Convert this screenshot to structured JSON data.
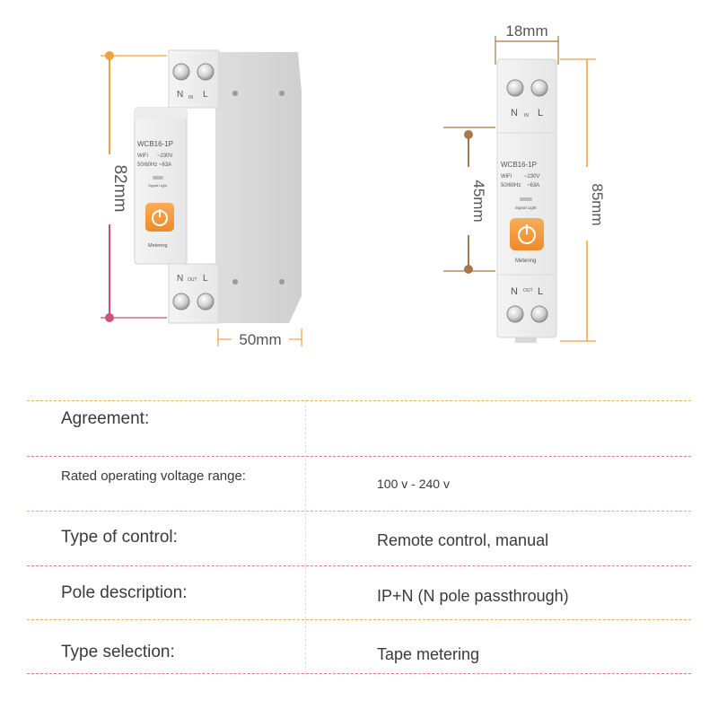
{
  "dimensions": {
    "height_left": "82mm",
    "width_left": "50mm",
    "width_right": "18mm",
    "module_height_right": "45mm",
    "height_right": "85mm"
  },
  "device": {
    "model": "WCB16-1P",
    "wifi": "WiFi",
    "voltage": "~230V",
    "frequency": "50/60Hz",
    "current": "~63A",
    "signal_label": "Signal Light",
    "metering_label": "Metering",
    "terminal_n": "N",
    "terminal_l": "L",
    "in_label": "IN",
    "out_label": "OUT"
  },
  "colors": {
    "accent_orange": "#f39a3f",
    "dim_orange": "#f0a040",
    "dim_pink": "#d0507a",
    "dim_brown": "#a9774a"
  },
  "specs": [
    {
      "label": "Agreement:",
      "value": ""
    },
    {
      "label": "Rated operating voltage range:",
      "value": "100 v - 240 v"
    },
    {
      "label": "Type of control:",
      "value": "Remote control, manual"
    },
    {
      "label": "Pole description:",
      "value": "IP+N (N pole passthrough)"
    },
    {
      "label": "Type selection:",
      "value": "Tape metering"
    }
  ]
}
